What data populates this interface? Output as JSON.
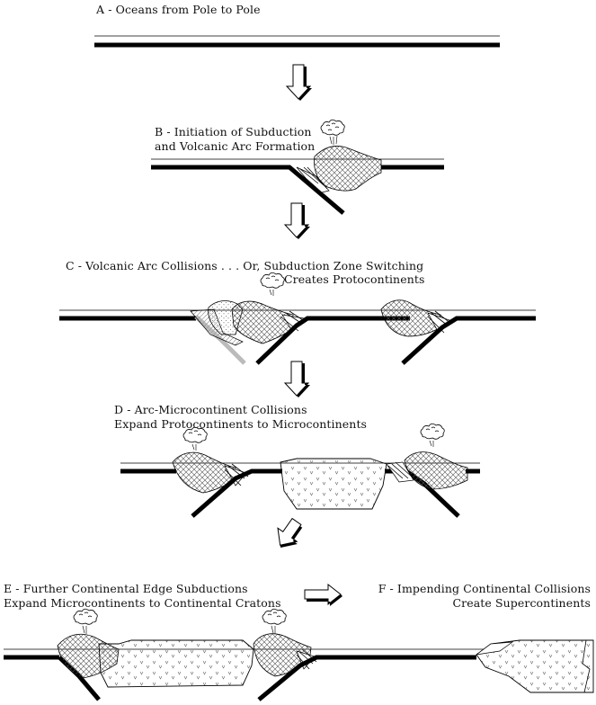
{
  "stages": {
    "a": {
      "line1": "A - Oceans from Pole to Pole"
    },
    "b": {
      "line1": "B - Initiation of Subduction",
      "line2": "and Volcanic Arc Formation"
    },
    "c": {
      "line1": "C - Volcanic Arc Collisions . . .  Or, Subduction Zone Switching",
      "line2": "Creates Protocontinents"
    },
    "d": {
      "line1": "D - Arc-Microcontinent Collisions",
      "line2": "Expand Protocontinents to Microcontinents"
    },
    "e": {
      "line1": "E - Further Continental Edge Subductions",
      "line2": "Expand Microcontinents to Continental Cratons"
    },
    "f": {
      "line1": "F - Impending Continental Collisions",
      "line2": "Create Supercontinents"
    }
  },
  "colors": {
    "ink": "#000000",
    "background": "#ffffff",
    "fill_pattern": "#555555",
    "arc_light": "#bbbbbb"
  },
  "icons": [
    "down-arrow-icon",
    "down-left-arrow-icon",
    "right-arrow-icon",
    "volcanic-plume-icon"
  ]
}
